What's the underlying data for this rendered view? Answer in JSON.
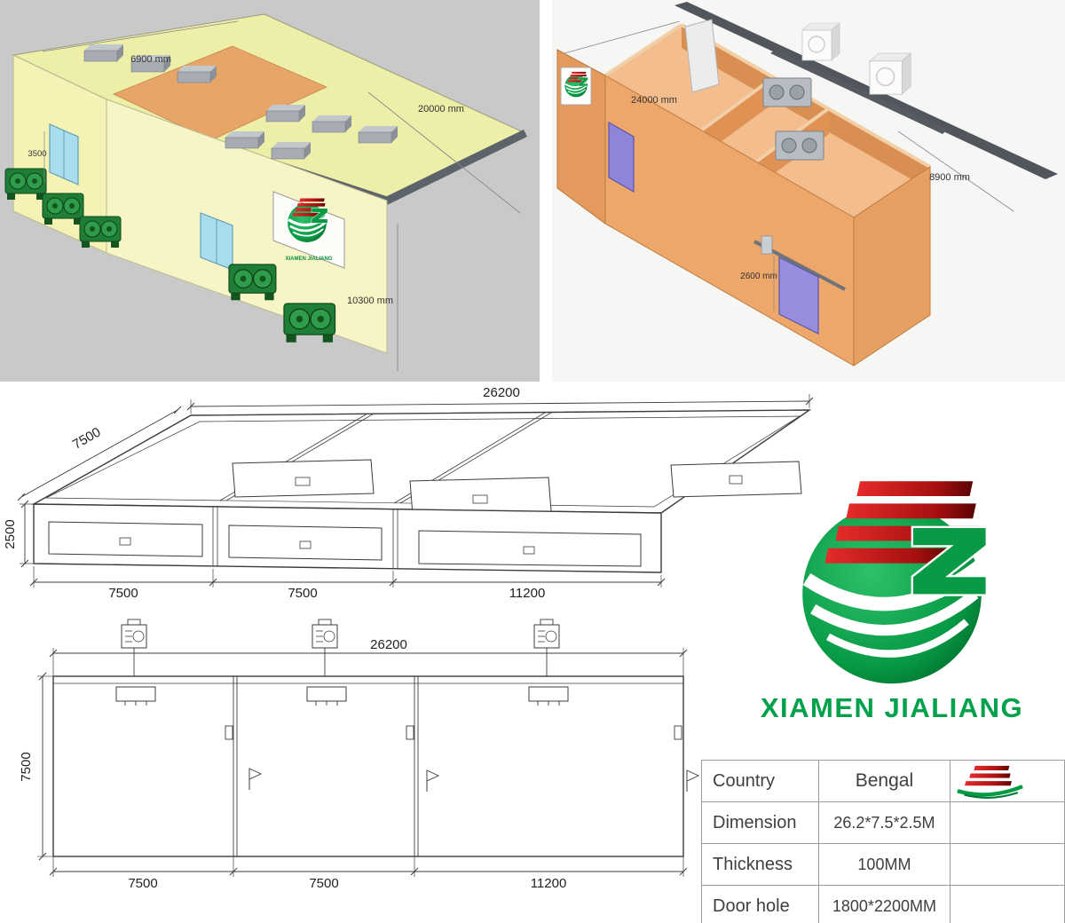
{
  "brand": {
    "name": "XIAMEN JIALIANG"
  },
  "colors": {
    "brand_green": "#009a44",
    "brand_red": "#c00000",
    "wall_yellow": "#f4f2b4",
    "wall_orange": "#eda76a",
    "door_blue": "#a9dcec",
    "door_purple": "#8d85d9"
  },
  "render_left": {
    "dim_roof_width": "6900 mm",
    "dim_length": "20000 mm",
    "dim_height": "10300 mm",
    "dim_door": "3500"
  },
  "render_right": {
    "dim_length": "24000 mm",
    "dim_width": "8900 mm",
    "dim_door": "2600 mm"
  },
  "cad_top": {
    "dim_total": "26200",
    "dim_depth": "7500",
    "dim_height": "2500",
    "seg1": "7500",
    "seg2": "7500",
    "seg3": "11200"
  },
  "cad_front": {
    "dim_total": "26200",
    "dim_height": "7500",
    "seg1": "7500",
    "seg2": "7500",
    "seg3": "11200"
  },
  "table": {
    "rows": [
      {
        "label": "Country",
        "value": "Bengal"
      },
      {
        "label": "Dimension",
        "value": "26.2*7.5*2.5M"
      },
      {
        "label": "Thickness",
        "value": "100MM"
      },
      {
        "label": "Door hole",
        "value": "1800*2200MM"
      }
    ]
  }
}
